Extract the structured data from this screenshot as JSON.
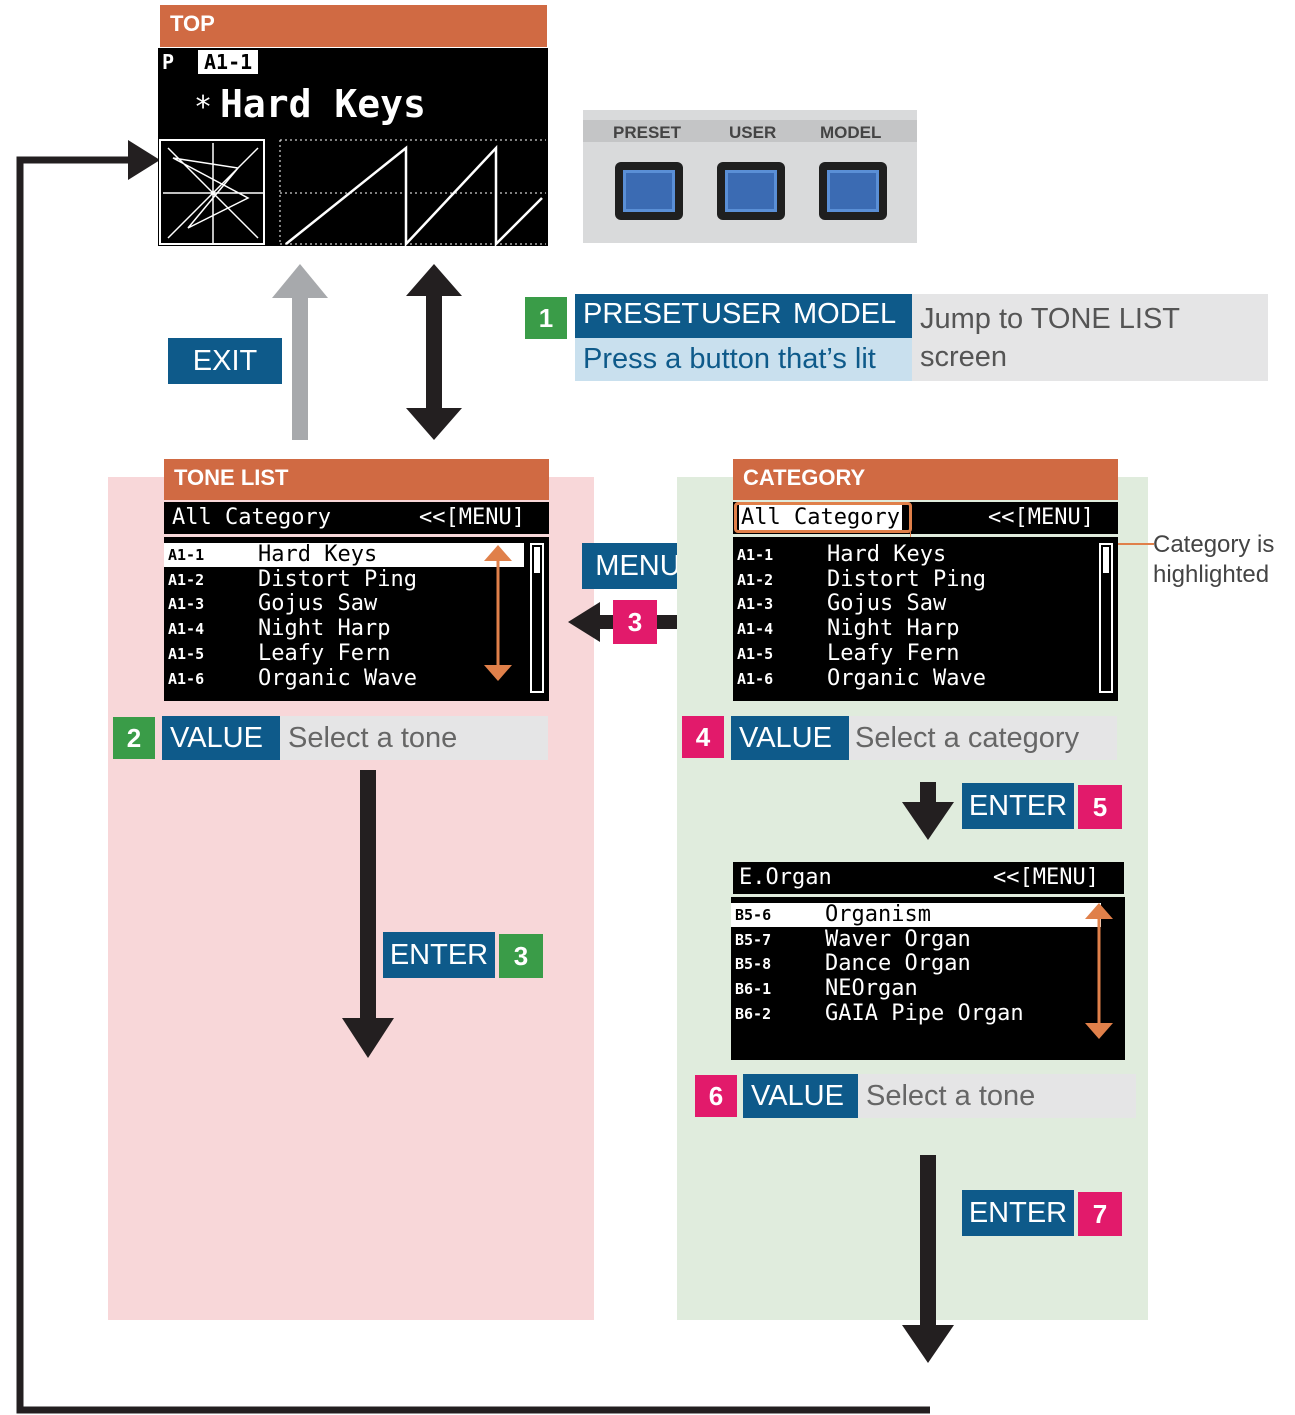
{
  "top": {
    "header": "TOP",
    "mode": "P",
    "tone_number": "A1-1",
    "tone_name": "Hard Keys",
    "star": "*"
  },
  "buttons": {
    "labels": [
      "PRESET",
      "USER",
      "MODEL"
    ]
  },
  "step1": {
    "num": "1",
    "labels": [
      "PRESET",
      "USER",
      "MODEL"
    ],
    "action": "Press a button that’s lit",
    "desc_line1": "Jump to TONE LIST",
    "desc_line2": "screen"
  },
  "exit_label": "EXIT",
  "menu_label": "MENU",
  "menu_num": "3",
  "tone_list": {
    "header": "TONE LIST",
    "lcd_title": "All Category",
    "lcd_menu": "<<[MENU]",
    "items": [
      {
        "code": "A1-1",
        "name": "Hard Keys"
      },
      {
        "code": "A1-2",
        "name": "Distort Ping"
      },
      {
        "code": "A1-3",
        "name": "Gojus Saw"
      },
      {
        "code": "A1-4",
        "name": "Night Harp"
      },
      {
        "code": "A1-5",
        "name": "Leafy Fern"
      },
      {
        "code": "A1-6",
        "name": "Organic Wave"
      }
    ],
    "step_num": "2",
    "step_btn": "VALUE",
    "step_text": "Select a tone",
    "enter_label": "ENTER",
    "enter_num": "3"
  },
  "category": {
    "header": "CATEGORY",
    "lcd_title": "All Category",
    "lcd_menu": "<<[MENU]",
    "items": [
      {
        "code": "A1-1",
        "name": "Hard Keys"
      },
      {
        "code": "A1-2",
        "name": "Distort Ping"
      },
      {
        "code": "A1-3",
        "name": "Gojus Saw"
      },
      {
        "code": "A1-4",
        "name": "Night Harp"
      },
      {
        "code": "A1-5",
        "name": "Leafy Fern"
      },
      {
        "code": "A1-6",
        "name": "Organic Wave"
      }
    ],
    "callout_line1": "Category is",
    "callout_line2": "highlighted",
    "step_num": "4",
    "step_btn": "VALUE",
    "step_text": "Select a category",
    "enter_label": "ENTER",
    "enter_num": "5"
  },
  "organ": {
    "lcd_title": "E.Organ",
    "lcd_menu": "<<[MENU]",
    "items": [
      {
        "code": "B5-6",
        "name": "Organism"
      },
      {
        "code": "B5-7",
        "name": "Waver Organ"
      },
      {
        "code": "B5-8",
        "name": "Dance Organ"
      },
      {
        "code": "B6-1",
        "name": "NEOrgan"
      },
      {
        "code": "B6-2",
        "name": "GAIA Pipe Organ"
      }
    ],
    "step_num": "6",
    "step_btn": "VALUE",
    "step_text": "Select a tone",
    "enter_label": "ENTER",
    "enter_num": "7"
  },
  "colors": {
    "header": "#d06a43",
    "button_blue": "#0e5a8a",
    "step_green": "#3a9c48",
    "step_magenta": "#e21a6b",
    "panel_pink": "#f8d7d9",
    "panel_green": "#e0ecdd",
    "scroll_arrow": "#e0804a"
  }
}
